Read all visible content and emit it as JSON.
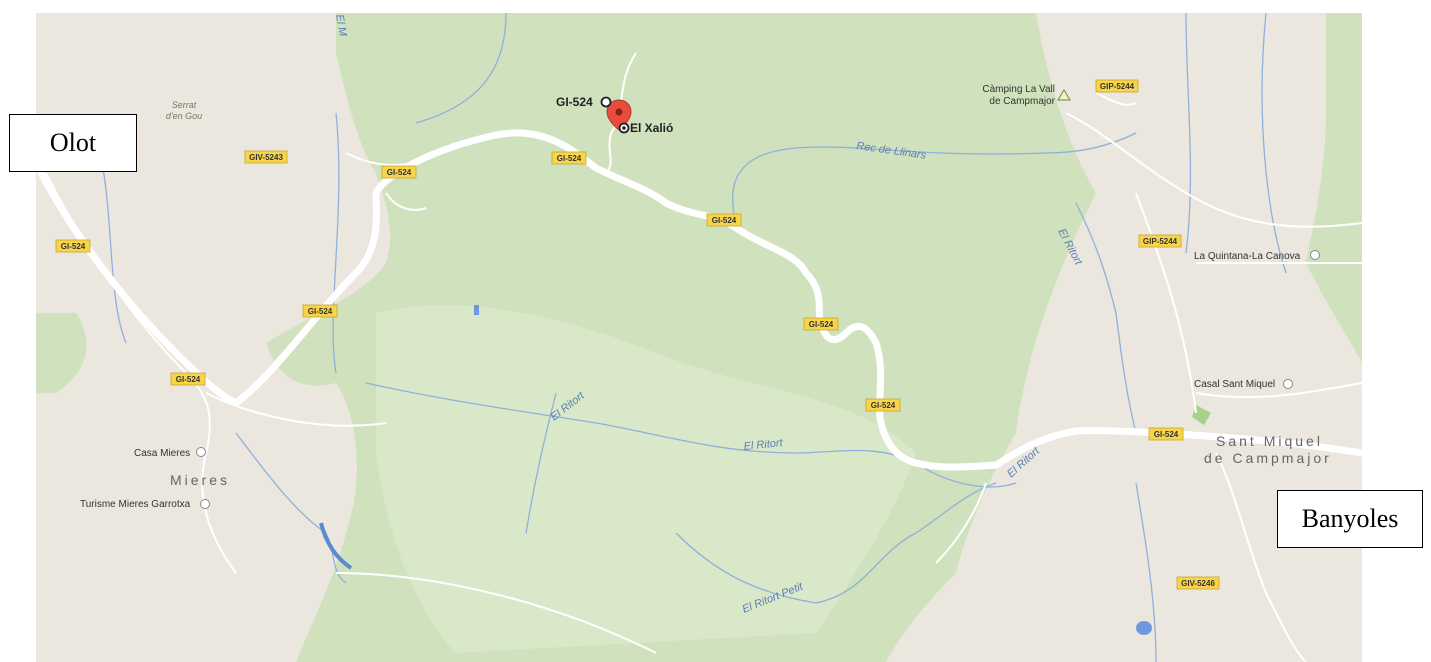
{
  "callouts": {
    "left": "Olot",
    "right": "Banyoles"
  },
  "poi": {
    "name": "El Xalió",
    "road_point": "GI-524"
  },
  "towns": {
    "mieres": "Mieres",
    "sant_miquel_line1": "Sant Miquel",
    "sant_miquel_line2": "de Campmajor"
  },
  "places": {
    "camping_line1": "Càmping La Vall",
    "camping_line2": "de Campmajor",
    "quintana": "La Quintana-La Canova",
    "casal": "Casal Sant Miquel",
    "casa_mieres": "Casa Mieres",
    "turisme": "Turisme Mieres Garrotxa"
  },
  "terrain": {
    "serrat_line1": "Serrat",
    "serrat_line2": "d'en Gou"
  },
  "waterways": {
    "rec_linars": "Rec de Llinars",
    "ritort": "El Ritort",
    "ritort_petit": "El Ritort Petit",
    "el_m": "El M"
  },
  "road_shields": {
    "gi524": "GI-524",
    "giv5243": "GIV-5243",
    "gip5244": "GIP-5244",
    "giv5246": "GIV-5246"
  },
  "colors": {
    "forest": "#cfe2bd",
    "urban": "#ebe7de",
    "road": "#ffffff",
    "river": "#8fb0dc",
    "shield_fill": "#f7d44a",
    "marker": "#e74c3c"
  }
}
